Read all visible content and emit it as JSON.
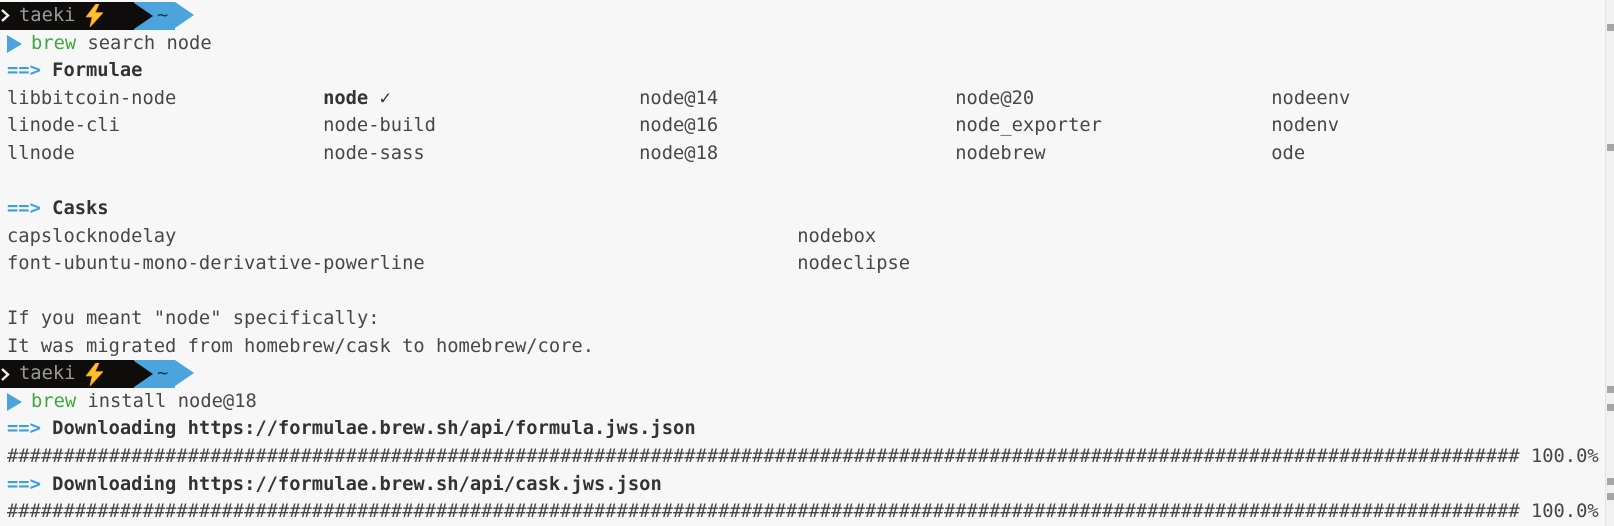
{
  "colors": {
    "background": "#f7f7f7",
    "foreground": "#474747",
    "accent_blue": "#3e9fe0",
    "command_green": "#3ea73f",
    "prompt_black": "#0e0d0b",
    "prompt_blue": "#4ba4dc",
    "prompt_user_text": "#9a9a9a",
    "bolt_yellow": "#ffc22e"
  },
  "prompt": {
    "user": "taeki",
    "cwd": "~"
  },
  "commands": {
    "search": {
      "program": "brew",
      "args": " search node"
    },
    "install": {
      "program": "brew",
      "args": " install node@18"
    }
  },
  "sections": {
    "arrow": "==>",
    "formulae": {
      "title": "Formulae",
      "rows": [
        [
          "libbitcoin-node",
          "node ✓",
          "node@14",
          "node@20",
          "nodeenv"
        ],
        [
          "linode-cli",
          "node-build",
          "node@16",
          "node_exporter",
          "nodenv"
        ],
        [
          "llnode",
          "node-sass",
          "node@18",
          "nodebrew",
          "ode"
        ]
      ]
    },
    "casks": {
      "title": "Casks",
      "rows": [
        [
          "capslocknodelay",
          "nodebox"
        ],
        [
          "font-ubuntu-mono-derivative-powerline",
          "nodeclipse"
        ]
      ]
    }
  },
  "notes": [
    "If you meant \"node\" specifically:",
    "It was migrated from homebrew/cask to homebrew/core."
  ],
  "downloads": [
    {
      "label": "Downloading",
      "url": "https://formulae.brew.sh/api/formula.jws.json",
      "bar": "######################################################################################################################################",
      "percent": "100.0%"
    },
    {
      "label": "Downloading",
      "url": "https://formulae.brew.sh/api/cask.jws.json",
      "bar": "######################################################################################################################################",
      "percent": "100.0%"
    }
  ]
}
